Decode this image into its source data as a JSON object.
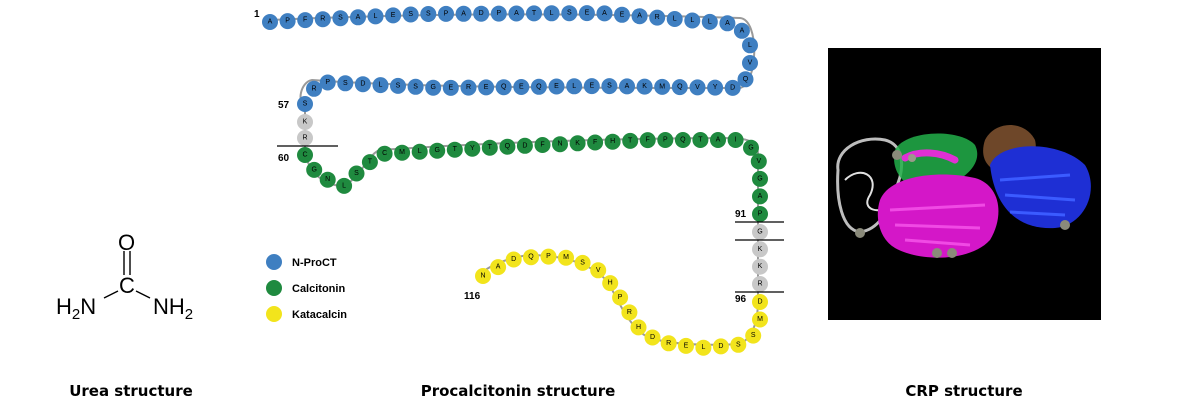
{
  "urea": {
    "caption": "Urea structure",
    "atoms": {
      "oxygen": "O",
      "carbon": "C",
      "left_n": "H",
      "left_n2": "2",
      "left_n3": "N",
      "right_n": "NH",
      "right_n2": "2"
    }
  },
  "procalcitonin": {
    "caption": "Procalcitonin structure",
    "position_labels": [
      "1",
      "57",
      "60",
      "91",
      "96",
      "116"
    ],
    "legend": [
      {
        "label": "N-ProCT",
        "color": "#3f7fc1"
      },
      {
        "label": "Calcitonin",
        "color": "#1f8a3f"
      },
      {
        "label": "Katacalcin",
        "color": "#f2e41c"
      }
    ],
    "segments": {
      "nproct": {
        "color": "#3f7fc1",
        "residues": [
          "A",
          "P",
          "F",
          "R",
          "S",
          "A",
          "L",
          "E",
          "S",
          "S",
          "P",
          "A",
          "D",
          "P",
          "A",
          "T",
          "L",
          "S",
          "E",
          "A",
          "E",
          "A",
          "R",
          "L",
          "L",
          "L",
          "A",
          "A",
          "L",
          "V",
          "Q",
          "D",
          "Y",
          "V",
          "Q",
          "M",
          "K",
          "A",
          "S",
          "E",
          "L",
          "E",
          "Q",
          "E",
          "Q",
          "E",
          "R",
          "E",
          "G",
          "S",
          "S",
          "L",
          "D",
          "S",
          "P",
          "R",
          "S"
        ]
      },
      "cleave_a": {
        "color": "#c8c8c8",
        "residues": [
          "K",
          "R"
        ]
      },
      "calcitonin": {
        "color": "#1f8a3f",
        "residues": [
          "C",
          "G",
          "N",
          "L",
          "S",
          "T",
          "C",
          "M",
          "L",
          "G",
          "T",
          "Y",
          "T",
          "Q",
          "D",
          "F",
          "N",
          "K",
          "F",
          "H",
          "T",
          "F",
          "P",
          "Q",
          "T",
          "A",
          "I",
          "G",
          "V",
          "G",
          "A",
          "P"
        ]
      },
      "cleave_b": {
        "color": "#c8c8c8",
        "residues": [
          "G",
          "K",
          "K",
          "R"
        ]
      },
      "katacalcin": {
        "color": "#f2e41c",
        "residues": [
          "D",
          "M",
          "S",
          "S",
          "D",
          "L",
          "E",
          "R",
          "D",
          "H",
          "R",
          "P",
          "H",
          "V",
          "S",
          "M",
          "P",
          "Q",
          "D",
          "A",
          "N"
        ]
      }
    }
  },
  "crp": {
    "caption": "CRP structure"
  }
}
